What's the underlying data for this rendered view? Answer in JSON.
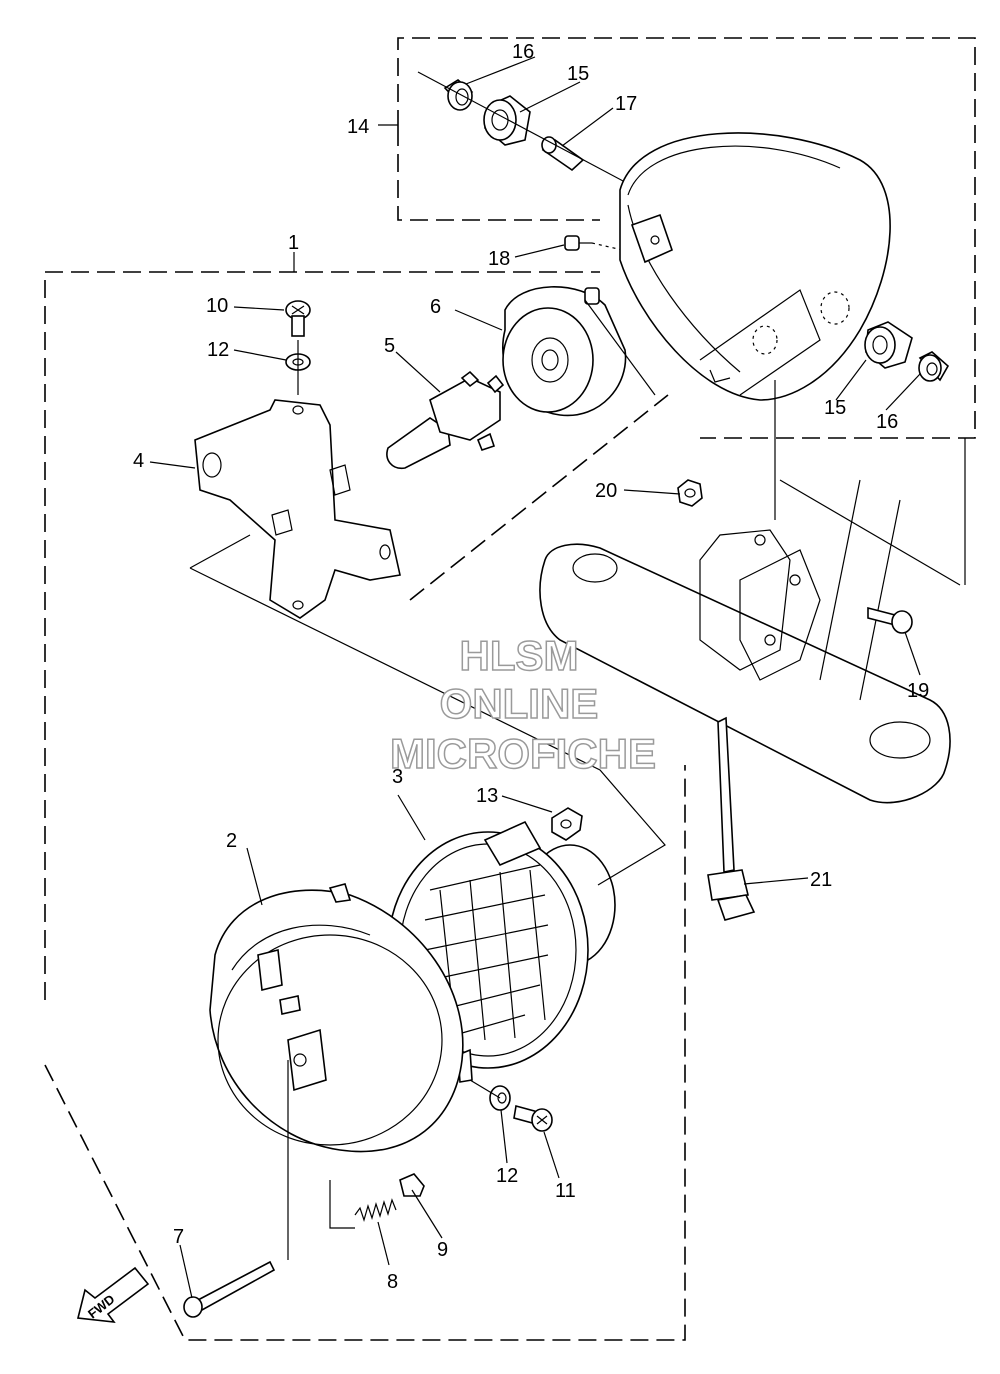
{
  "callouts": {
    "c1": "1",
    "c2": "2",
    "c3": "3",
    "c4": "4",
    "c5": "5",
    "c6": "6",
    "c7": "7",
    "c8": "8",
    "c9": "9",
    "c10": "10",
    "c11": "11",
    "c12a": "12",
    "c12b": "12",
    "c13": "13",
    "c14": "14",
    "c15a": "15",
    "c15b": "15",
    "c16a": "16",
    "c16b": "16",
    "c17": "17",
    "c18": "18",
    "c19": "19",
    "c20": "20",
    "c21": "21"
  },
  "watermark": {
    "line1": "HLSM",
    "line2": "ONLINE",
    "line3": "MICROFICHE"
  },
  "direction_arrow": {
    "label": "FWD"
  },
  "colors": {
    "line": "#000000",
    "watermark_outline": "#9a9a9a",
    "background": "#ffffff"
  }
}
